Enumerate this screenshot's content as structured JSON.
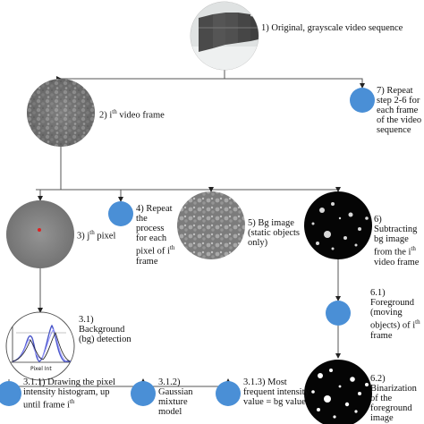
{
  "diagram": {
    "nodes": [
      {
        "id": "n1",
        "label": "1) Original, grayscale video sequence"
      },
      {
        "id": "n7",
        "label": "7) Repeat step 2-6 for each frame of the video sequence"
      },
      {
        "id": "n2",
        "label_prefix": "2) i",
        "label_sup": "th",
        "label_suffix": " video frame"
      },
      {
        "id": "n3",
        "label_prefix": "3) j",
        "label_sup": "th",
        "label_suffix": " pixel"
      },
      {
        "id": "n4",
        "label": "4) Repeat the process for each pixel of i",
        "label_sup": "th",
        "label_suffix": " frame"
      },
      {
        "id": "n5",
        "label": "5) Bg image (static objects only)"
      },
      {
        "id": "n6",
        "label": "6) Subtracting bg image from the i",
        "label_sup": "th",
        "label_suffix": " video frame"
      },
      {
        "id": "n31",
        "label": "3.1) Background (bg) detection"
      },
      {
        "id": "n61",
        "label": "6.1) Foreground (moving objects) of i",
        "label_sup": "th",
        "label_suffix": " frame"
      },
      {
        "id": "n311",
        "label": "3.1.1) Drawing the pixel intensity histogram, up until frame i",
        "label_sup": "th"
      },
      {
        "id": "n312",
        "label": "3.1.2) Gaussian mixture model"
      },
      {
        "id": "n313",
        "label": "3.1.3) Most frequent intensity value = bg value"
      },
      {
        "id": "n62",
        "label": "6.2) Binarization of the foreground image"
      }
    ],
    "histogram_axis_label": "Pixel Int",
    "colors": {
      "blue_node": "#4a8fd6",
      "line": "#555555",
      "arrow": "#222222"
    }
  }
}
